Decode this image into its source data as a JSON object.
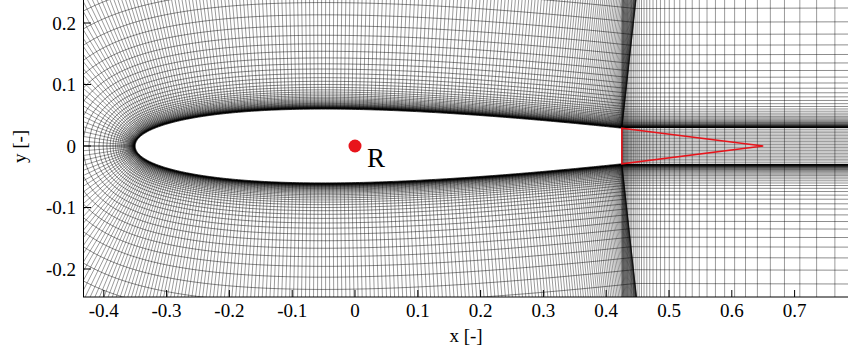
{
  "diagram": {
    "labels": [
      "R",
      "0.2",
      "0.1",
      "0",
      "-0.1",
      "-0.2",
      "y [-]",
      "-0.4",
      "-0.3",
      "-0.2",
      "-0.1",
      "0",
      "0.1",
      "0.2",
      "0.3",
      "0.4",
      "0.5",
      "0.6",
      "0.7",
      "x [-]"
    ]
  }
}
